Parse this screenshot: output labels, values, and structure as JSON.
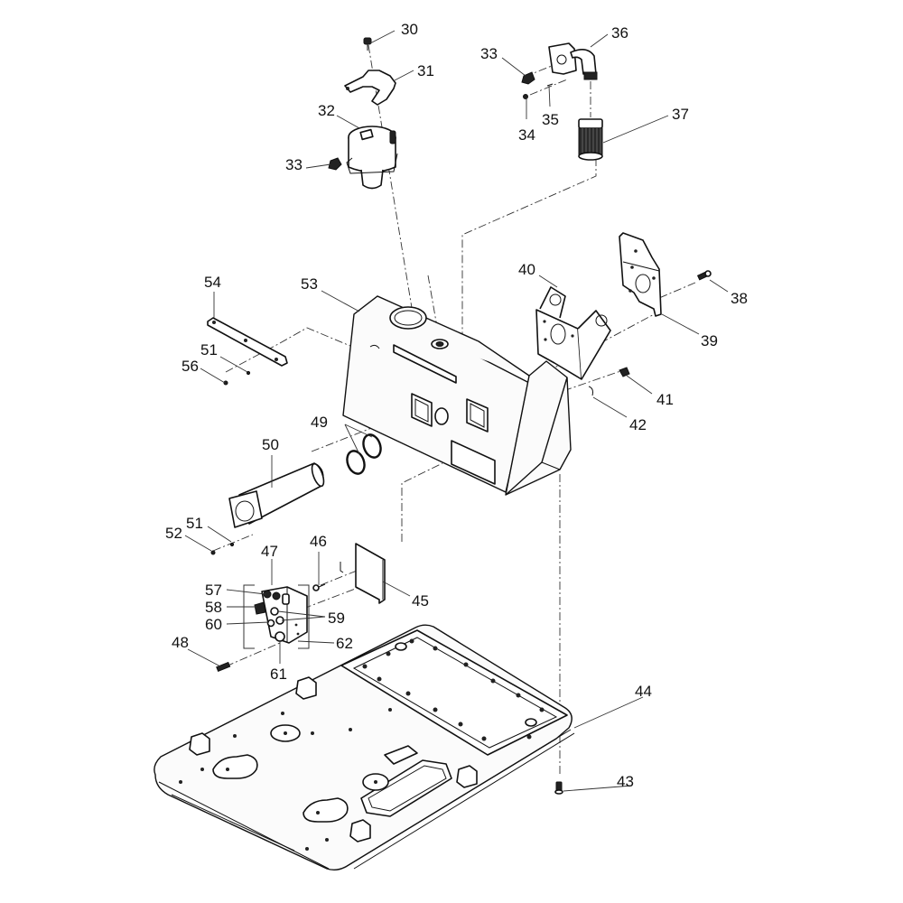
{
  "diagram": {
    "type": "exploded-parts-view",
    "subject": "hydraulic tank assembly on base plate",
    "colors": {
      "line": "#111111",
      "background": "#ffffff"
    },
    "callouts": [
      {
        "id": "30",
        "part": "screw"
      },
      {
        "id": "31",
        "part": "bracket"
      },
      {
        "id": "32",
        "part": "filler-breather"
      },
      {
        "id": "33",
        "part": "clamp-fitting"
      },
      {
        "id": "33b",
        "label": "33",
        "part": "clamp-fitting"
      },
      {
        "id": "34",
        "part": "nut"
      },
      {
        "id": "35",
        "part": "bolt"
      },
      {
        "id": "36",
        "part": "elbow-flange"
      },
      {
        "id": "37",
        "part": "suction-strainer"
      },
      {
        "id": "38",
        "part": "bolt"
      },
      {
        "id": "39",
        "part": "mounting-plate"
      },
      {
        "id": "40",
        "part": "mounting-bracket"
      },
      {
        "id": "41",
        "part": "plug"
      },
      {
        "id": "42",
        "part": "seal-ring"
      },
      {
        "id": "43",
        "part": "drain-plug"
      },
      {
        "id": "44",
        "part": "base-plate"
      },
      {
        "id": "45",
        "part": "cover-plate"
      },
      {
        "id": "46",
        "part": "screw"
      },
      {
        "id": "47",
        "part": "valve-block-assembly"
      },
      {
        "id": "48",
        "part": "bolt"
      },
      {
        "id": "49",
        "part": "o-rings"
      },
      {
        "id": "50",
        "part": "return-filter-tube"
      },
      {
        "id": "51",
        "part": "washer"
      },
      {
        "id": "51b",
        "label": "51",
        "part": "washer"
      },
      {
        "id": "52",
        "part": "screw"
      },
      {
        "id": "53",
        "part": "hydraulic-tank"
      },
      {
        "id": "54",
        "part": "strap"
      },
      {
        "id": "56",
        "part": "screw"
      },
      {
        "id": "57",
        "part": "fitting"
      },
      {
        "id": "58",
        "part": "valve"
      },
      {
        "id": "59",
        "part": "fittings"
      },
      {
        "id": "60",
        "part": "fitting"
      },
      {
        "id": "61",
        "part": "fitting"
      },
      {
        "id": "62",
        "part": "valve-body"
      }
    ],
    "labels": {
      "c30": "30",
      "c31": "31",
      "c32": "32",
      "c33": "33",
      "c33b": "33",
      "c34": "34",
      "c35": "35",
      "c36": "36",
      "c37": "37",
      "c38": "38",
      "c39": "39",
      "c40": "40",
      "c41": "41",
      "c42": "42",
      "c43": "43",
      "c44": "44",
      "c45": "45",
      "c46": "46",
      "c47": "47",
      "c48": "48",
      "c49": "49",
      "c50": "50",
      "c51": "51",
      "c51b": "51",
      "c52": "52",
      "c53": "53",
      "c54": "54",
      "c56": "56",
      "c57": "57",
      "c58": "58",
      "c59": "59",
      "c60": "60",
      "c61": "61",
      "c62": "62"
    }
  }
}
